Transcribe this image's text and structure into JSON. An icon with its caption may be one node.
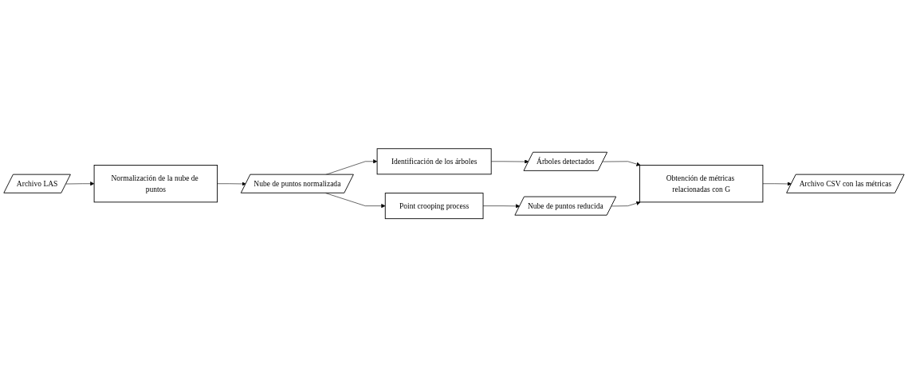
{
  "diagram": {
    "nodes": [
      {
        "text": [
          "Archivo LAS"
        ]
      },
      {
        "text": [
          "Identificación de los árboles"
        ]
      },
      {
        "text": [
          "Árboles detectados"
        ]
      },
      {
        "text": [
          "Normalización de la nube de puntos"
        ]
      },
      {
        "text": [
          "Nube de puntos normalizada"
        ]
      },
      {
        "text": [
          "Obtención de métricas relacionadas con G"
        ]
      },
      {
        "text": [
          "Archivo CSV con las métricas"
        ]
      },
      {
        "text": [
          "Point crooping process"
        ]
      },
      {
        "text": [
          "Nube de puntos reducida"
        ]
      }
    ],
    "edges": [
      {
        "from": 0,
        "to": 3,
        "arrow": "to"
      },
      {
        "from": 3,
        "to": 4,
        "arrow": "to"
      },
      {
        "from": 4,
        "to": 1,
        "arrow": "to"
      },
      {
        "from": 1,
        "to": 2,
        "arrow": "to"
      },
      {
        "from": 2,
        "to": 5,
        "arrow": "to"
      },
      {
        "from": 4,
        "to": 7,
        "arrow": "to"
      },
      {
        "from": 7,
        "to": 8,
        "arrow": "to"
      },
      {
        "from": 8,
        "to": 5,
        "arrow": "to"
      },
      {
        "from": 5,
        "to": 6,
        "arrow": "to"
      }
    ]
  }
}
